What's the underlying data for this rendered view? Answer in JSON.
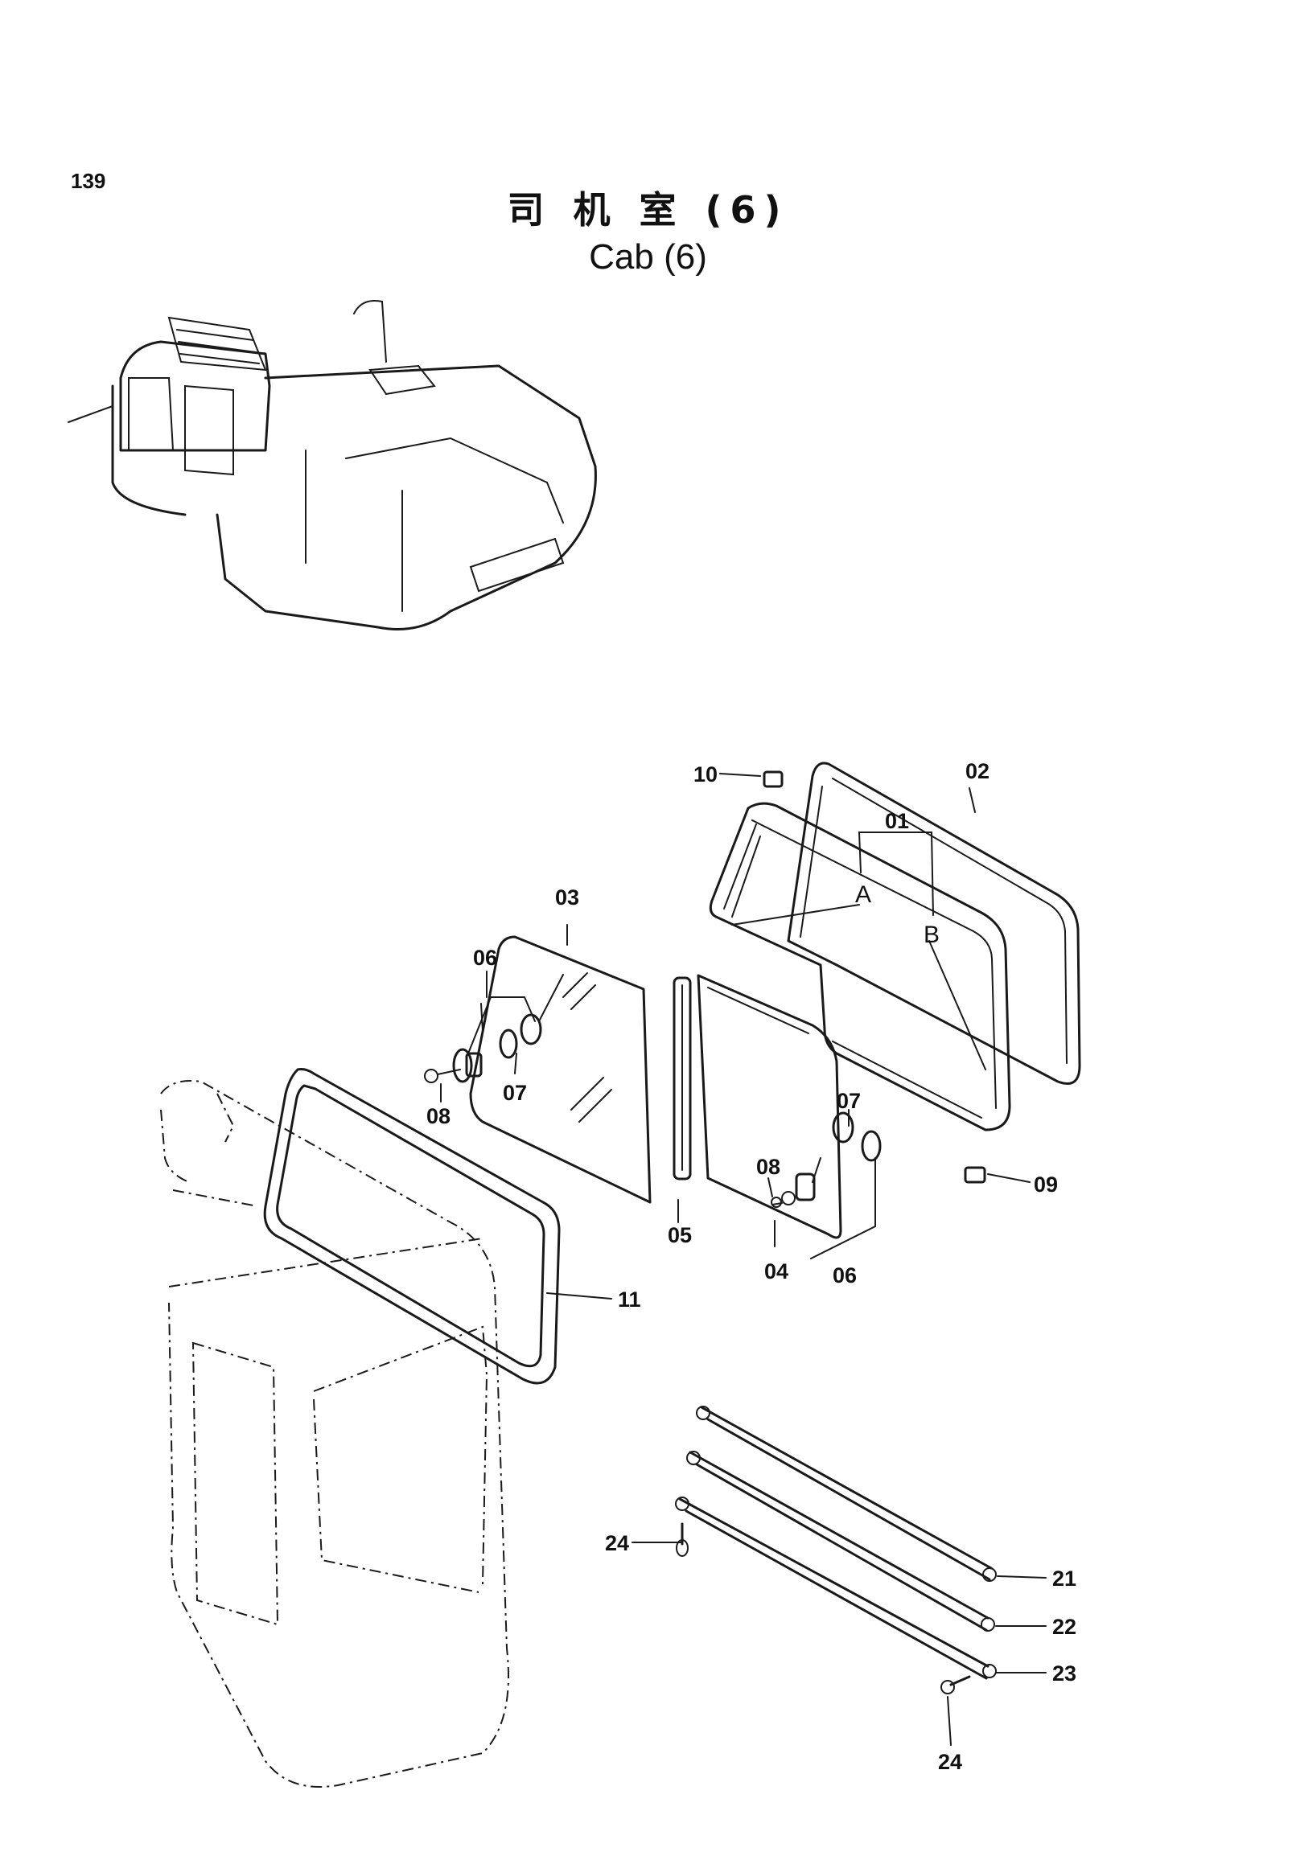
{
  "page_number": "139",
  "title_cn": "司 机 室 (6)",
  "title_en": "Cab (6)",
  "callouts": {
    "p01": "01",
    "p02": "02",
    "p03": "03",
    "p04": "04",
    "p05": "05",
    "p06a": "06",
    "p06b": "06",
    "p07a": "07",
    "p07b": "07",
    "p08a": "08",
    "p08b": "08",
    "p09": "09",
    "p10": "10",
    "p11": "11",
    "p21": "21",
    "p22": "22",
    "p23": "23",
    "p24a": "24",
    "p24b": "24",
    "pA": "A",
    "pB": "B"
  }
}
